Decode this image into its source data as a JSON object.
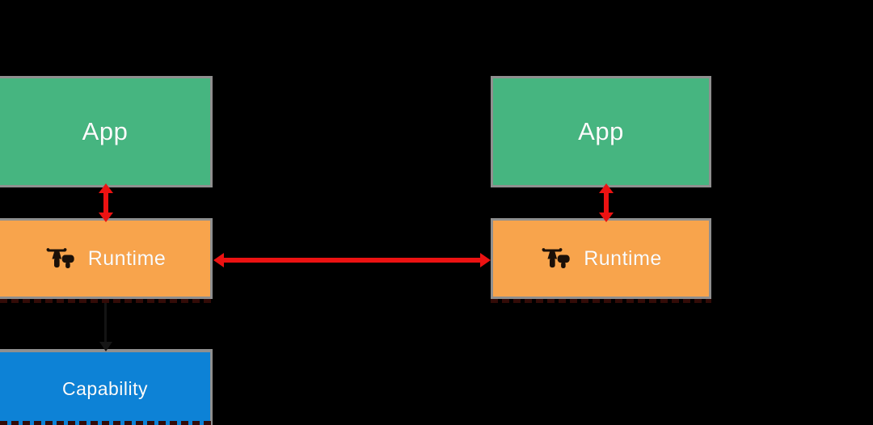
{
  "colors": {
    "background": "#000000",
    "app_green": "#46b580",
    "runtime_orange": "#f8a44c",
    "capability_blue": "#0d82d6",
    "arrow_red": "#ec1212",
    "box_border_gray": "#8f8f8f",
    "label_white": "#fcfcfc",
    "icon_dark": "#1b1008"
  },
  "boxes": {
    "left_app": {
      "label": "App",
      "fill": "#46b580"
    },
    "left_runtime": {
      "label": "Runtime",
      "fill": "#f8a44c"
    },
    "left_capability": {
      "label": "Capability",
      "fill": "#0d82d6"
    },
    "right_app": {
      "label": "App",
      "fill": "#46b580"
    },
    "right_runtime": {
      "label": "Runtime",
      "fill": "#f8a44c"
    }
  },
  "icons": {
    "left_runtime_icon": "motorcycle-with-sidecar",
    "right_runtime_icon": "motorcycle-with-sidecar"
  },
  "connectors": {
    "left_app_runtime": {
      "style": "double-headed-arrow",
      "orientation": "vertical",
      "color": "#ec1212"
    },
    "right_app_runtime": {
      "style": "double-headed-arrow",
      "orientation": "vertical",
      "color": "#ec1212"
    },
    "runtime_to_runtime": {
      "style": "double-headed-arrow",
      "orientation": "horizontal",
      "color": "#ec1212"
    },
    "left_runtime_capability": {
      "style": "single-arrow-down",
      "orientation": "vertical",
      "color": "#161616"
    }
  }
}
